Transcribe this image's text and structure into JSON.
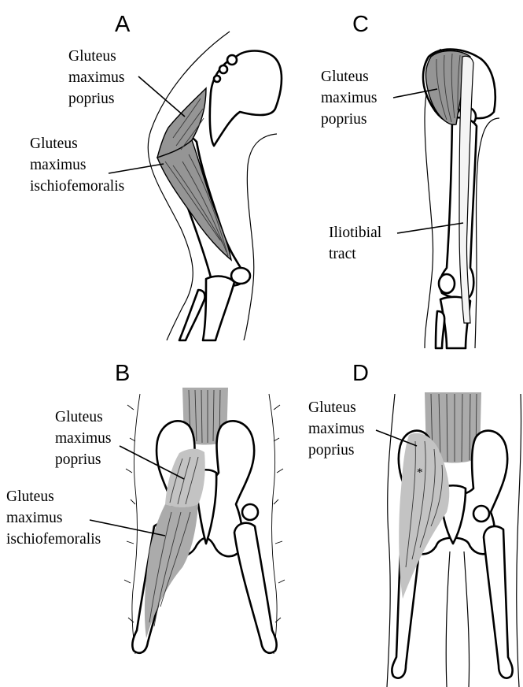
{
  "panels": {
    "A": {
      "letter": "A",
      "labels": {
        "poprius": [
          "Gluteus",
          "maximus",
          "poprius"
        ],
        "ischiofemoralis": [
          "Gluteus",
          "maximus",
          "ischiofemoralis"
        ]
      }
    },
    "B": {
      "letter": "B",
      "labels": {
        "poprius": [
          "Gluteus",
          "maximus",
          "poprius"
        ],
        "ischiofemoralis": [
          "Gluteus",
          "maximus",
          "ischiofemoralis"
        ]
      }
    },
    "C": {
      "letter": "C",
      "labels": {
        "poprius": [
          "Gluteus",
          "maximus",
          "poprius"
        ],
        "tract": [
          "Iliotibial",
          "tract"
        ]
      }
    },
    "D": {
      "letter": "D",
      "labels": {
        "poprius": [
          "Gluteus",
          "maximus",
          "poprius"
        ]
      },
      "marker": "*"
    }
  },
  "colors": {
    "muscle_dark": "#959595",
    "muscle_light": "#c3c3c3",
    "outline": "#000000",
    "background": "#ffffff"
  }
}
